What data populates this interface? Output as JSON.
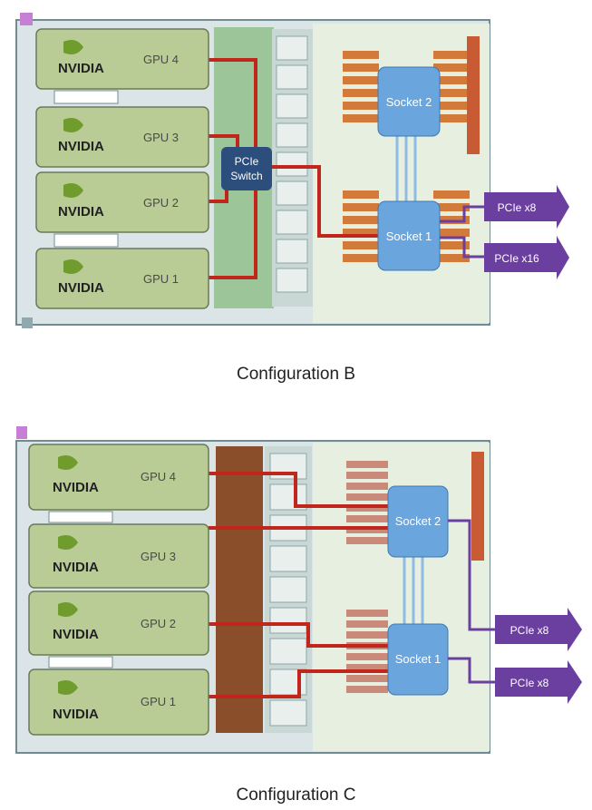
{
  "configs": [
    {
      "caption": "Configuration B",
      "vendor": "NVIDIA",
      "gpus": [
        {
          "label": "GPU 4"
        },
        {
          "label": "GPU 3"
        },
        {
          "label": "GPU 2"
        },
        {
          "label": "GPU 1"
        }
      ],
      "switch_line1": "PCIe",
      "switch_line2": "Switch",
      "sockets": [
        {
          "label": "Socket 2"
        },
        {
          "label": "Socket 1"
        }
      ],
      "outputs": [
        {
          "label": "PCIe x8"
        },
        {
          "label": "PCIe x16"
        }
      ]
    },
    {
      "caption": "Configuration C",
      "vendor": "NVIDIA",
      "gpus": [
        {
          "label": "GPU 4"
        },
        {
          "label": "GPU 3"
        },
        {
          "label": "GPU 2"
        },
        {
          "label": "GPU 1"
        }
      ],
      "sockets": [
        {
          "label": "Socket 2"
        },
        {
          "label": "Socket 1"
        }
      ],
      "outputs": [
        {
          "label": "PCIe x8"
        },
        {
          "label": "PCIe x8"
        }
      ]
    }
  ],
  "colors": {
    "gpu_card": "#b9cc96",
    "link_red": "#c0261c",
    "socket_blue": "#6aa6dd",
    "switch_navy": "#2b4e7c",
    "pcie_purple": "#6b3fa0",
    "board": "#e7efe1",
    "dimm_orange": "#d27a3a"
  }
}
